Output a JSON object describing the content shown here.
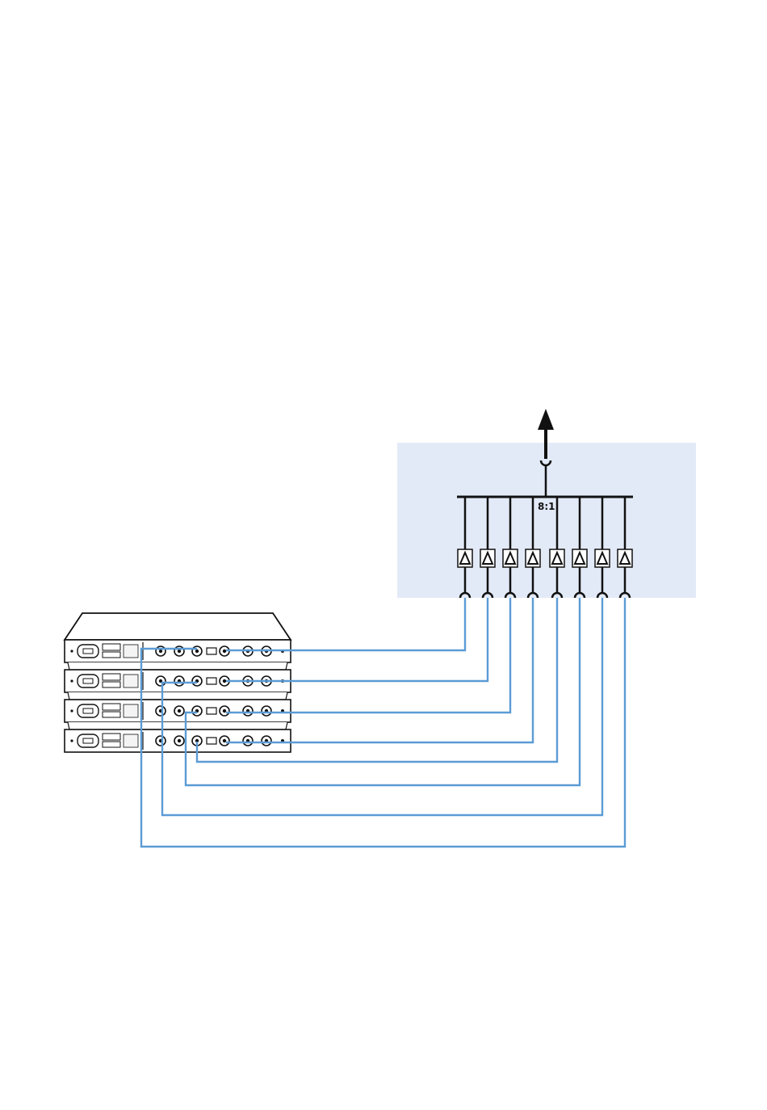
{
  "diagram": {
    "splitter": {
      "ratio_label": "8:1",
      "channels": 8,
      "background": "#e3eaf7"
    },
    "receivers": {
      "count": 4,
      "outputs_per_unit": 2
    },
    "cable_color": "#5b9bd5",
    "line_color": "#111111"
  }
}
